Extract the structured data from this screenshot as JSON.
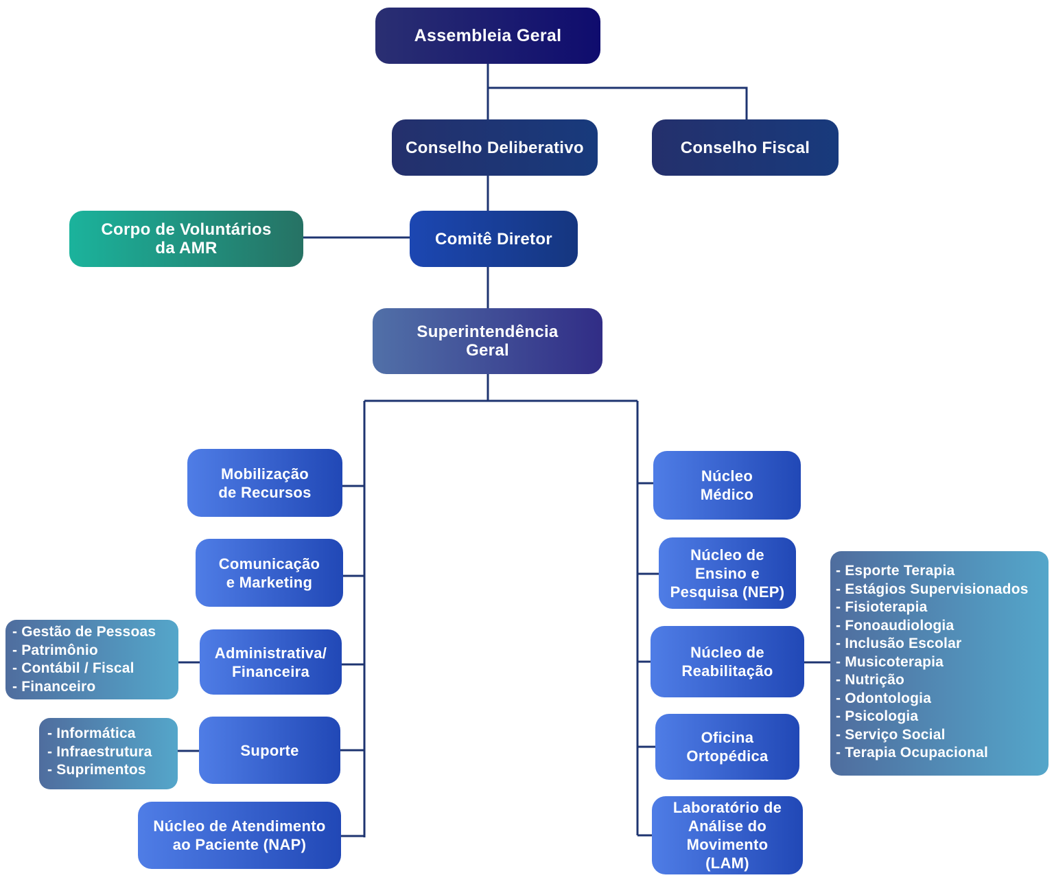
{
  "nodes": {
    "assembleia": "Assembleia Geral",
    "conselho_deliberativo": "Conselho Deliberativo",
    "conselho_fiscal": "Conselho Fiscal",
    "comite_diretor": "Comitê Diretor",
    "corpo_voluntarios": "Corpo de Voluntários\nda AMR",
    "superintendencia": "Superintendência\nGeral",
    "mobilizacao": "Mobilização\nde Recursos",
    "comunicacao": "Comunicação\ne Marketing",
    "administrativa": "Administrativa/\nFinanceira",
    "suporte": "Suporte",
    "nap": "Núcleo de Atendimento\nao Paciente (NAP)",
    "nucleo_medico": "Núcleo\nMédico",
    "nep": "Núcleo de\nEnsino e\nPesquisa (NEP)",
    "reabilitacao": "Núcleo de\nReabilitação",
    "oficina": "Oficina\nOrtopédica",
    "lam": "Laboratório de\nAnálise do\nMovimento\n(LAM)"
  },
  "lists": {
    "administrativa": [
      "- Gestão de Pessoas",
      "- Patrimônio",
      "- Contábil / Fiscal",
      "- Financeiro"
    ],
    "suporte": [
      "- Informática",
      "- Infraestrutura",
      "- Suprimentos"
    ],
    "reabilitacao": [
      "- Esporte Terapia",
      "- Estágios Supervisionados",
      "- Fisioterapia",
      "- Fonoaudiologia",
      "- Inclusão Escolar",
      "- Musicoterapia",
      "- Nutrição",
      "- Odontologia",
      "- Psicologia",
      "- Serviço Social",
      "- Terapia Ocupacional"
    ]
  },
  "colors": {
    "connector": "#1e3470"
  }
}
